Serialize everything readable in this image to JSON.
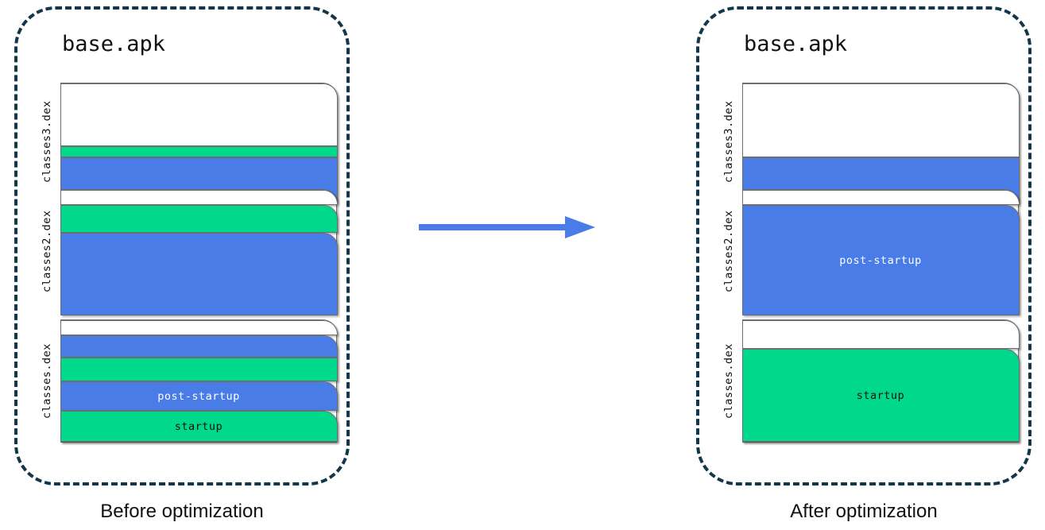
{
  "diagram": {
    "title_colors": {
      "blue": "#4a7ce8",
      "green": "#00d98c",
      "panel_border": "#12364a",
      "box_border": "#6e6e6e"
    },
    "arrow": {
      "name": "transformation-arrow",
      "direction": "right",
      "color": "#4a7ce8"
    },
    "panels": [
      {
        "id": "before",
        "apk_title": "base.apk",
        "caption": "Before optimization",
        "dex_groups": [
          {
            "label": "classes3.dex",
            "segments": [
              {
                "fill": "white",
                "text": ""
              },
              {
                "fill": "green",
                "text": ""
              },
              {
                "fill": "blue",
                "text": ""
              }
            ]
          },
          {
            "label": "classes2.dex",
            "segments": [
              {
                "fill": "white",
                "text": ""
              },
              {
                "fill": "green",
                "text": ""
              },
              {
                "fill": "blue",
                "text": ""
              }
            ]
          },
          {
            "label": "classes.dex",
            "segments": [
              {
                "fill": "white",
                "text": ""
              },
              {
                "fill": "blue",
                "text": ""
              },
              {
                "fill": "green",
                "text": ""
              },
              {
                "fill": "blue",
                "text": "post-startup"
              },
              {
                "fill": "green",
                "text": "startup"
              }
            ]
          }
        ]
      },
      {
        "id": "after",
        "apk_title": "base.apk",
        "caption": "After optimization",
        "dex_groups": [
          {
            "label": "classes3.dex",
            "segments": [
              {
                "fill": "white",
                "text": ""
              },
              {
                "fill": "blue",
                "text": ""
              }
            ]
          },
          {
            "label": "classes2.dex",
            "segments": [
              {
                "fill": "white",
                "text": ""
              },
              {
                "fill": "blue",
                "text": "post-startup"
              }
            ]
          },
          {
            "label": "classes.dex",
            "segments": [
              {
                "fill": "white",
                "text": ""
              },
              {
                "fill": "green",
                "text": "startup"
              }
            ]
          }
        ]
      }
    ]
  }
}
